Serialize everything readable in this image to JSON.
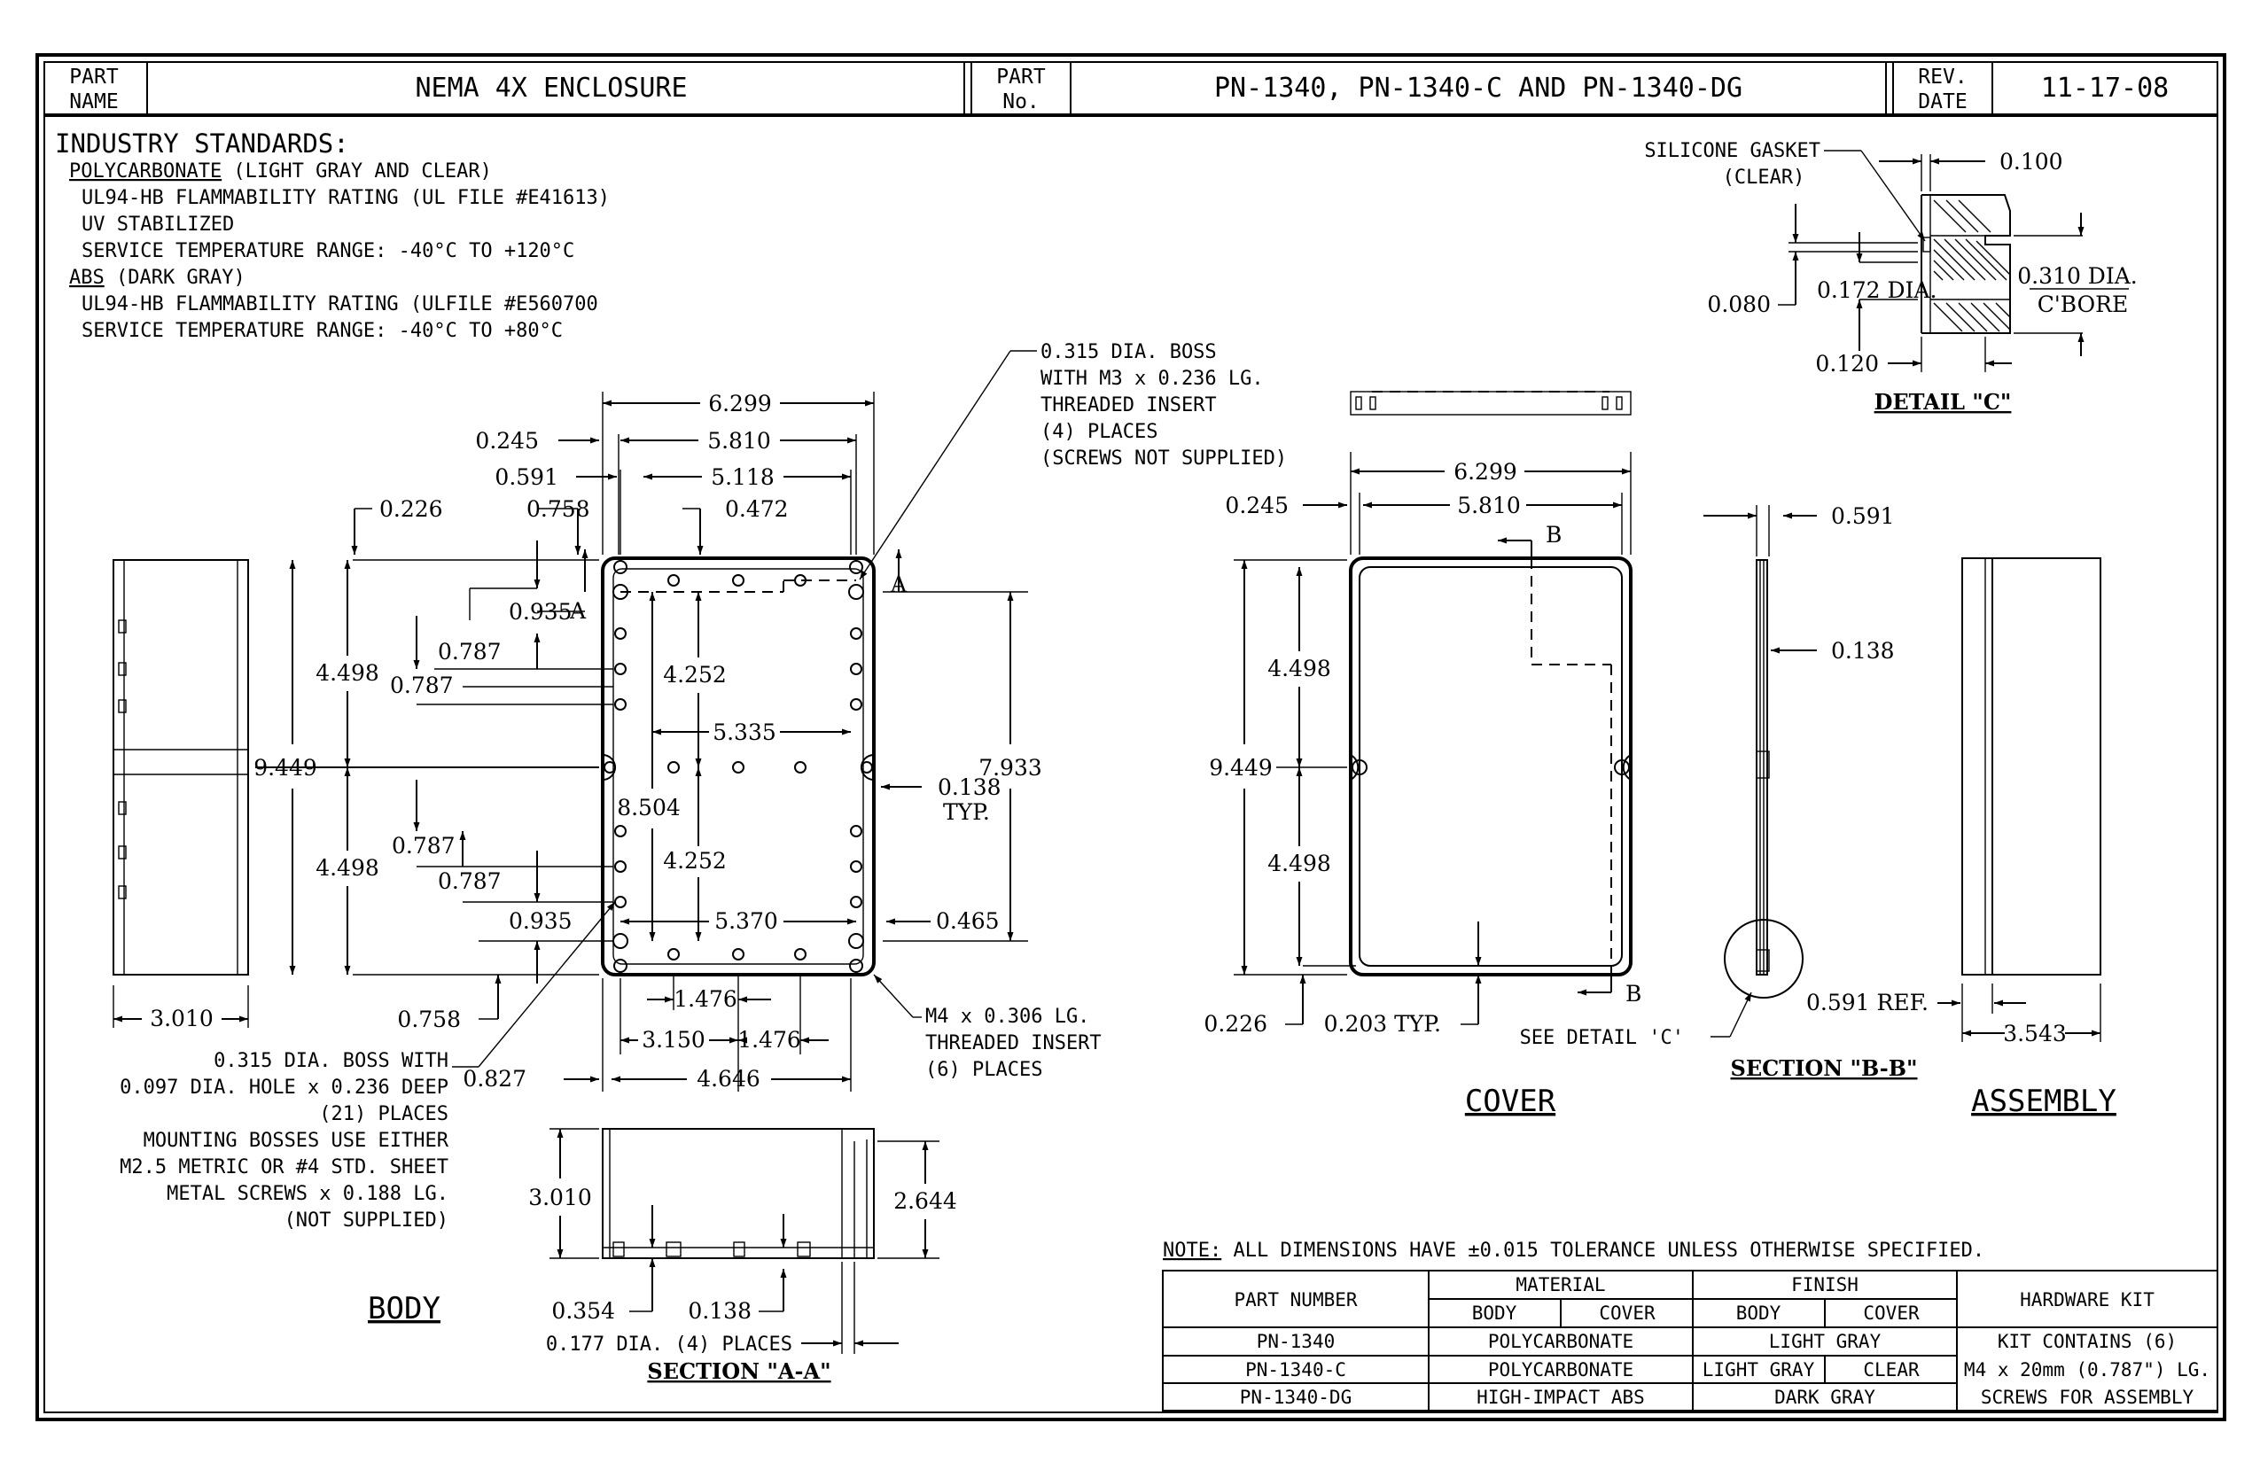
{
  "title_block": {
    "part_name_label": [
      "PART",
      "NAME"
    ],
    "part_name": "NEMA 4X ENCLOSURE",
    "part_no_label": [
      "PART",
      "No."
    ],
    "part_no": "PN-1340, PN-1340-C AND PN-1340-DG",
    "rev_label": [
      "REV.",
      "DATE"
    ],
    "rev_date": "11-17-08"
  },
  "standards": {
    "heading": "INDUSTRY STANDARDS:",
    "poly_name": "POLYCARBONATE",
    "poly_note": " (LIGHT GRAY AND CLEAR)",
    "poly_lines": [
      "UL94-HB FLAMMABILITY RATING (UL FILE #E41613)",
      "UV STABILIZED",
      "SERVICE TEMPERATURE RANGE: -40°C TO +120°C"
    ],
    "abs_name": "ABS",
    "abs_note": " (DARK GRAY)",
    "abs_lines": [
      "UL94-HB FLAMMABILITY RATING (ULFILE #E560700",
      "SERVICE TEMPERATURE RANGE: -40°C TO +80°C"
    ]
  },
  "body_view": {
    "title": "BODY",
    "boss_note": [
      "0.315 DIA. BOSS",
      "WITH M3 x 0.236 LG.",
      "THREADED INSERT",
      "(4) PLACES",
      "(SCREWS NOT SUPPLIED)"
    ],
    "mount_note": [
      "0.315 DIA. BOSS WITH",
      "0.097 DIA. HOLE x 0.236 DEEP",
      "(21) PLACES",
      "MOUNTING BOSSES USE EITHER",
      "M2.5 METRIC OR #4 STD. SHEET",
      "METAL SCREWS x 0.188 LG.",
      "(NOT SUPPLIED)"
    ],
    "insert_note": [
      "M4 x 0.306 LG.",
      "THREADED INSERT",
      "(6) PLACES"
    ],
    "dims": {
      "w6299": "6.299",
      "d0245": "0.245",
      "w5810": "5.810",
      "d0591": "0.591",
      "w5118": "5.118",
      "d0226": "0.226",
      "d0758": "0.758",
      "d0472": "0.472",
      "d0935": "0.935",
      "sA": "A",
      "d0787": "0.787",
      "d4498": "4.498",
      "d9449": "9.449",
      "d4252": "4.252",
      "d5335": "5.335",
      "d8504": "8.504",
      "d0138": "0.138",
      "typ": "TYP.",
      "d7933": "7.933",
      "d5370": "5.370",
      "d0465": "0.465",
      "d1476": "1.476",
      "d3150": "3.150",
      "d0827": "0.827",
      "d4646": "4.646",
      "d3010": "3.010"
    }
  },
  "section_aa": {
    "title": "SECTION \"A-A\"",
    "d3010": "3.010",
    "d2644": "2.644",
    "d0354": "0.354",
    "d0138": "0.138",
    "hole_note": "0.177 DIA. (4) PLACES"
  },
  "cover_view": {
    "title": "COVER",
    "d6299": "6.299",
    "d0245": "0.245",
    "d5810": "5.810",
    "sB": "B",
    "d4498": "4.498",
    "d9449": "9.449",
    "d0226": "0.226",
    "d0203": "0.203 TYP.",
    "see_detail": "SEE DETAIL 'C'"
  },
  "section_bb": {
    "title": "SECTION \"B-B\"",
    "d0591": "0.591",
    "d0138": "0.138",
    "d0591ref": "0.591 REF."
  },
  "assembly": {
    "title": "ASSEMBLY",
    "d3543": "3.543"
  },
  "detail_c": {
    "title": "DETAIL \"C\"",
    "gasket": [
      "SILICONE GASKET",
      "(CLEAR)"
    ],
    "d0100": "0.100",
    "d0310": [
      "0.310 DIA.",
      "C'BORE"
    ],
    "d0080": "0.080",
    "d0172": "0.172 DIA.",
    "d0120": "0.120"
  },
  "note": {
    "label": "NOTE:",
    "text": " ALL DIMENSIONS HAVE ±0.015 TOLERANCE UNLESS OTHERWISE SPECIFIED."
  },
  "table": {
    "headers": {
      "part_number": "PART NUMBER",
      "material": "MATERIAL",
      "finish": "FINISH",
      "hardware": "HARDWARE KIT",
      "body": "BODY",
      "cover": "COVER"
    },
    "rows": [
      {
        "part": "PN-1340",
        "material": "POLYCARBONATE",
        "finish": "LIGHT GRAY"
      },
      {
        "part": "PN-1340-C",
        "material": "POLYCARBONATE",
        "finish_body": "LIGHT GRAY",
        "finish_cover": "CLEAR"
      },
      {
        "part": "PN-1340-DG",
        "material": "HIGH-IMPACT ABS",
        "finish": "DARK GRAY"
      }
    ],
    "hardware_lines": [
      "KIT CONTAINS (6)",
      "M4 x 20mm (0.787\") LG.",
      "SCREWS FOR ASSEMBLY"
    ]
  }
}
